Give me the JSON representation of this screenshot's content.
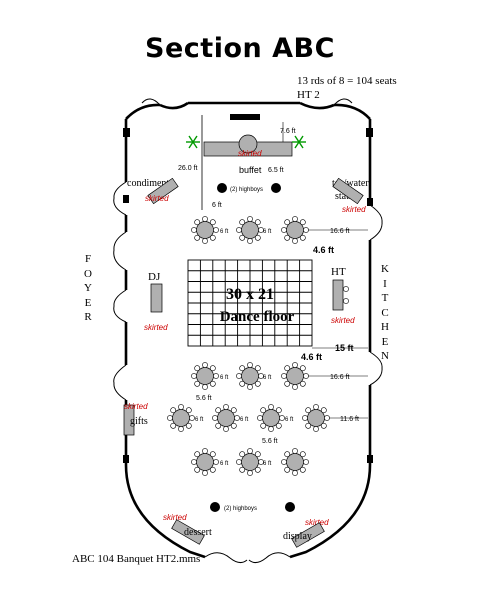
{
  "title": "Section ABC",
  "seat_summary": "13 rds of 8 = 104 seats",
  "subtitle": "HT 2",
  "footer": "ABC 104 Banquet HT2.mms",
  "foyer_label": [
    "F",
    "O",
    "Y",
    "E",
    "R"
  ],
  "kitchen_label": [
    "K",
    "I",
    "T",
    "C",
    "H",
    "E",
    "N"
  ],
  "dance_floor": {
    "size": "30 x 21",
    "label": "Dance floor"
  },
  "stations": {
    "buffet": "buffet",
    "condiments": "condiments",
    "tea_water": [
      "tea/water",
      "station"
    ],
    "dj": "DJ",
    "ht": "HT",
    "gifts": "gifts",
    "dessert": "dessert",
    "display": "display",
    "highboys": "(2) highboys",
    "skirted": "skirted"
  },
  "dims": {
    "d26": "26.0 ft",
    "d76": "7.6 ft",
    "d65": "6.5 ft",
    "d6": "6 ft",
    "d46": "4.6 ft",
    "d166": "16.6 ft",
    "d15": "15 ft",
    "d56": "5.6 ft",
    "d116": "11.6 ft",
    "small": "6 ft"
  },
  "colors": {
    "skirted": "#cc0000",
    "table": "#b0b0b0",
    "wall": "#000000"
  }
}
